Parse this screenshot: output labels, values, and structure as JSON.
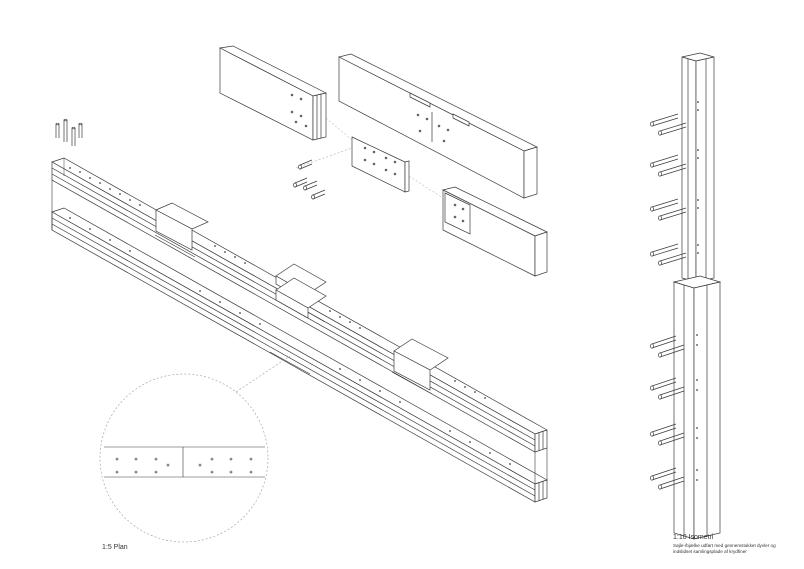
{
  "labels": {
    "plan_title": "1:5 Plan",
    "iso_title": "1:10 Isometri",
    "iso_description": "Søjle-/bjælke udført med gennemstukket dyvler og indslidset samlingsplade af krydfiner"
  },
  "colors": {
    "line": "#3a3a3a",
    "faint": "#9a9a9a",
    "paper": "#ffffff"
  }
}
